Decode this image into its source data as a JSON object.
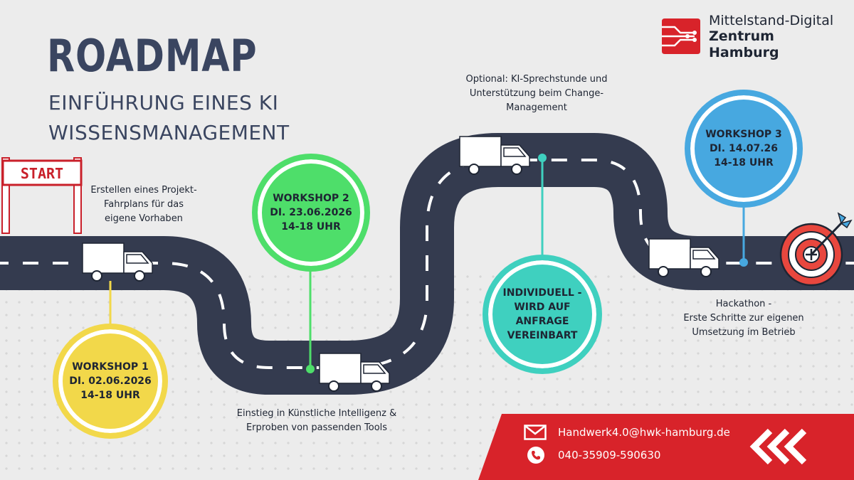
{
  "header": {
    "title": "ROADMAP",
    "subtitle_line1": "EINFÜHRUNG EINES KI",
    "subtitle_line2": "WISSENSMANAGEMENT"
  },
  "logo": {
    "line1": "Mittelstand-Digital",
    "line2": "Zentrum",
    "line3": "Hamburg"
  },
  "start_sign": "START",
  "workshops": [
    {
      "line1": "WORKSHOP 1",
      "line2": "DI. 02.06.2026",
      "line3": "14-18 UHR"
    },
    {
      "line1": "WORKSHOP 2",
      "line2": "DI. 23.06.2026",
      "line3": "14-18 UHR"
    },
    {
      "line1": "INDIVIDUELL -",
      "line2": "WIRD AUF",
      "line3": "ANFRAGE",
      "line4": "VEREINBART"
    },
    {
      "line1": "WORKSHOP 3",
      "line2": "DI. 14.07.26",
      "line3": "14-18 UHR"
    }
  ],
  "descriptions": [
    {
      "line1": "Erstellen eines Projekt-",
      "line2": "Fahrplans für das",
      "line3": "eigene Vorhaben"
    },
    {
      "line1": "Einstieg in Künstliche Intelligenz &",
      "line2": "Erproben von passenden Tools"
    },
    {
      "line1": "Optional: KI-Sprechstunde und",
      "line2": "Unterstützung beim Change-",
      "line3": "Management"
    },
    {
      "line1": "Hackathon -",
      "line2": "Erste Schritte zur eigenen",
      "line3": "Umsetzung im Betrieb"
    }
  ],
  "contact": {
    "email": "Handwerk4.0@hwk-hamburg.de",
    "phone": "040-35909-590630"
  },
  "icons": [
    "truck-icon",
    "target-icon",
    "mail-icon",
    "phone-icon",
    "chevrons-left-icon"
  ],
  "colors": {
    "road": "#343b4f",
    "workshop1": "#f2d84a",
    "workshop2": "#4ede6a",
    "individuell": "#3fd0bf",
    "workshop3": "#47a8e0",
    "accent_red": "#d8232a",
    "title": "#3a4560"
  }
}
